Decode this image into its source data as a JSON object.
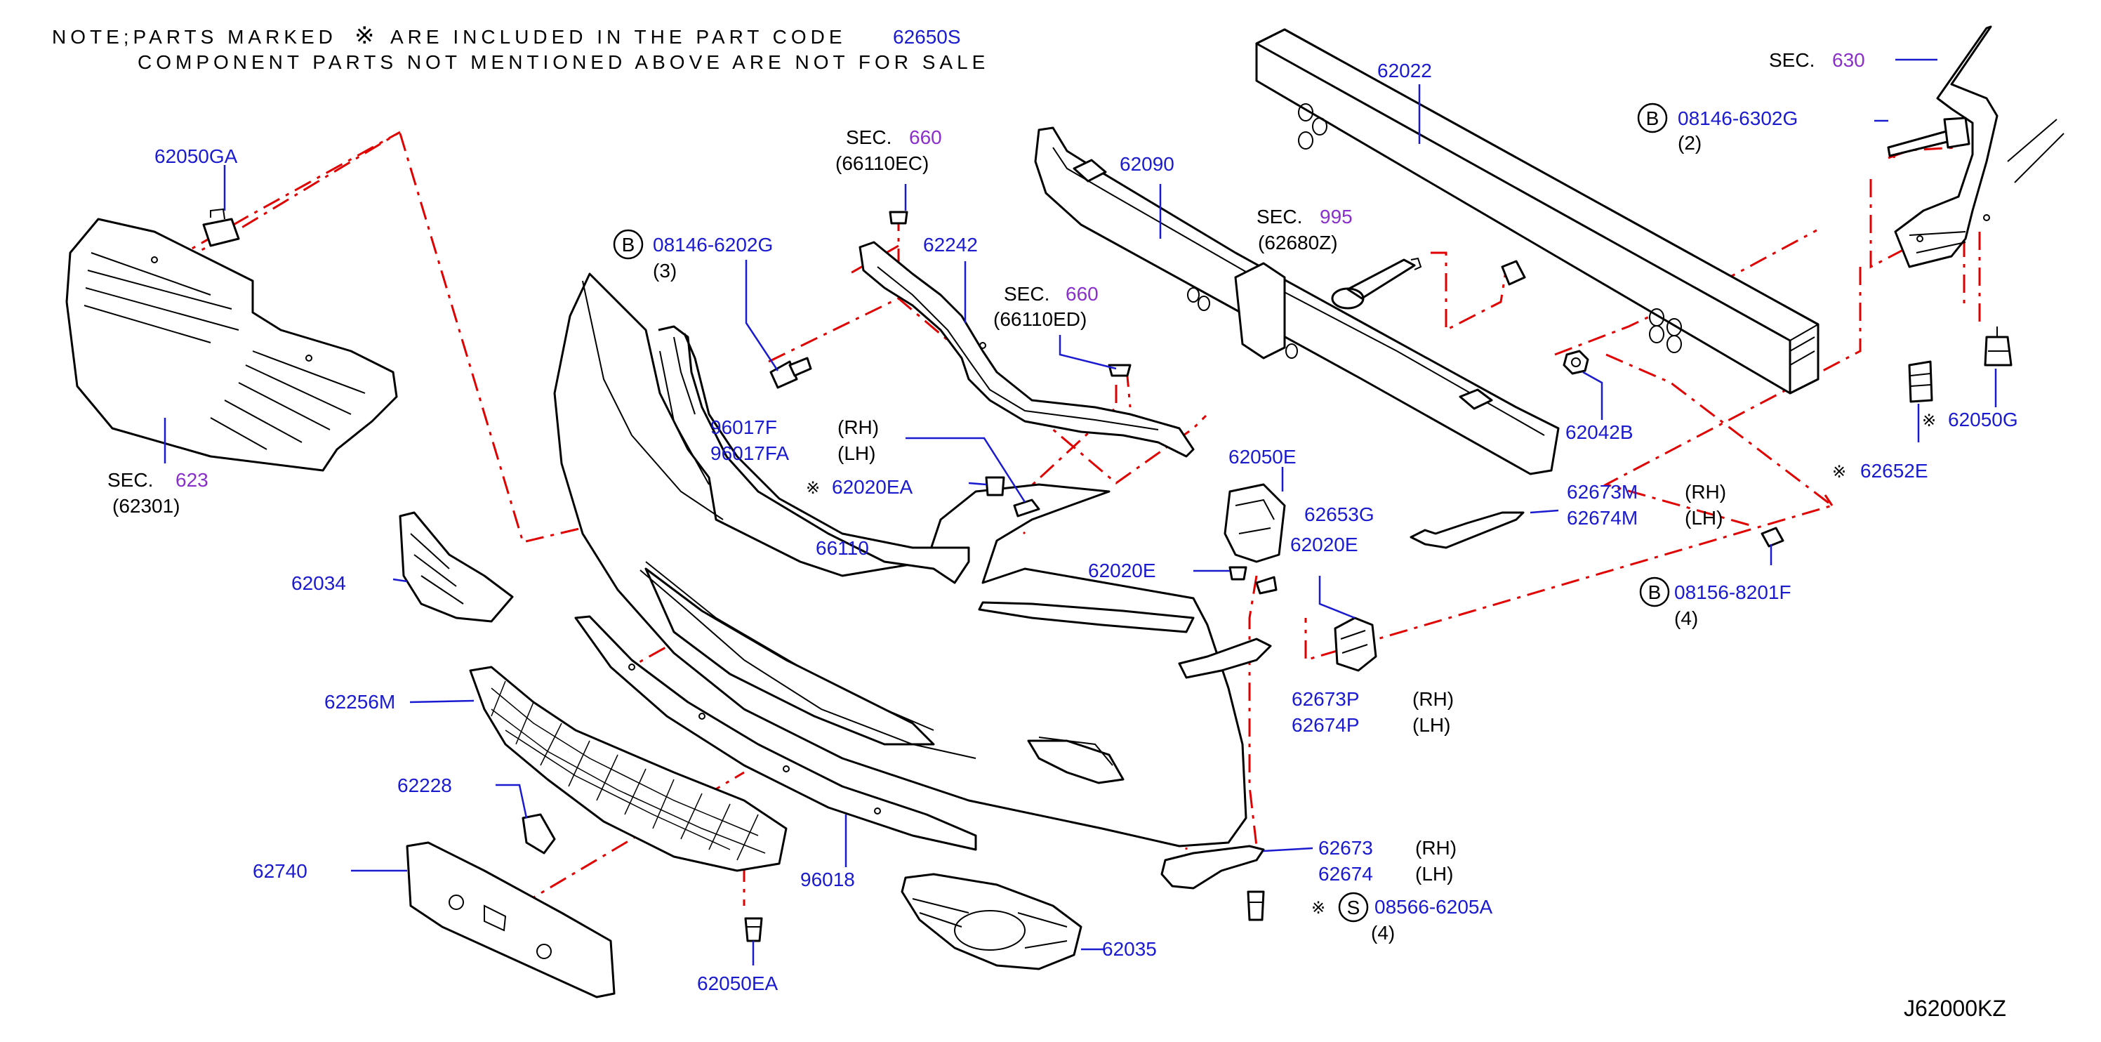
{
  "note": {
    "line1_prefix": "NOTE;PARTS MARKED",
    "mark": "※",
    "line1_mid": "ARE INCLUDED IN THE PART CODE",
    "part_code": "62650S",
    "line2": "COMPONENT PARTS NOT MENTIONED ABOVE ARE NOT FOR SALE"
  },
  "diagram_code": "J62000KZ",
  "symbols": {
    "bolt": "B",
    "screw": "S",
    "mark": "※"
  },
  "sections": [
    {
      "label": "SEC.",
      "num": "623",
      "ref": "(62301)"
    },
    {
      "label": "SEC.",
      "num": "660",
      "ref": "(66110EC)"
    },
    {
      "label": "SEC.",
      "num": "660",
      "ref": "(66110ED)"
    },
    {
      "label": "SEC.",
      "num": "995",
      "ref": "(62680Z)"
    },
    {
      "label": "SEC.",
      "num": "630",
      "ref": ""
    }
  ],
  "parts": {
    "p62050GA": "62050GA",
    "p08146_6202G": "08146-6202G",
    "p08146_6202G_qty": "(3)",
    "p62242": "62242",
    "p62090": "62090",
    "p62022": "62022",
    "p08146_6302G": "08146-6302G",
    "p08146_6302G_qty": "(2)",
    "p62042B": "62042B",
    "p62050G": "62050G",
    "p62652E": "62652E",
    "p96017F": "96017F",
    "p96017FA": "96017FA",
    "p62020EA": "62020EA",
    "p62050E": "62050E",
    "p62653G": "62653G",
    "p62673M": "62673M",
    "p62674M": "62674M",
    "p62034": "62034",
    "p62020E": "62020E",
    "p62020E_b": "62020E",
    "p08156_8201F": "08156-8201F",
    "p08156_8201F_qty": "(4)",
    "p62256M": "62256M",
    "p62673P": "62673P",
    "p62674P": "62674P",
    "p62228": "62228",
    "p62673": "62673",
    "p62674": "62674",
    "p62740": "62740",
    "p96018": "96018",
    "p08566_6205A": "08566-6205A",
    "p08566_6205A_qty": "(4)",
    "p62035": "62035",
    "p62050EA": "62050EA",
    "p66110": "66110"
  },
  "sides": {
    "rh": "(RH)",
    "lh": "(LH)"
  }
}
